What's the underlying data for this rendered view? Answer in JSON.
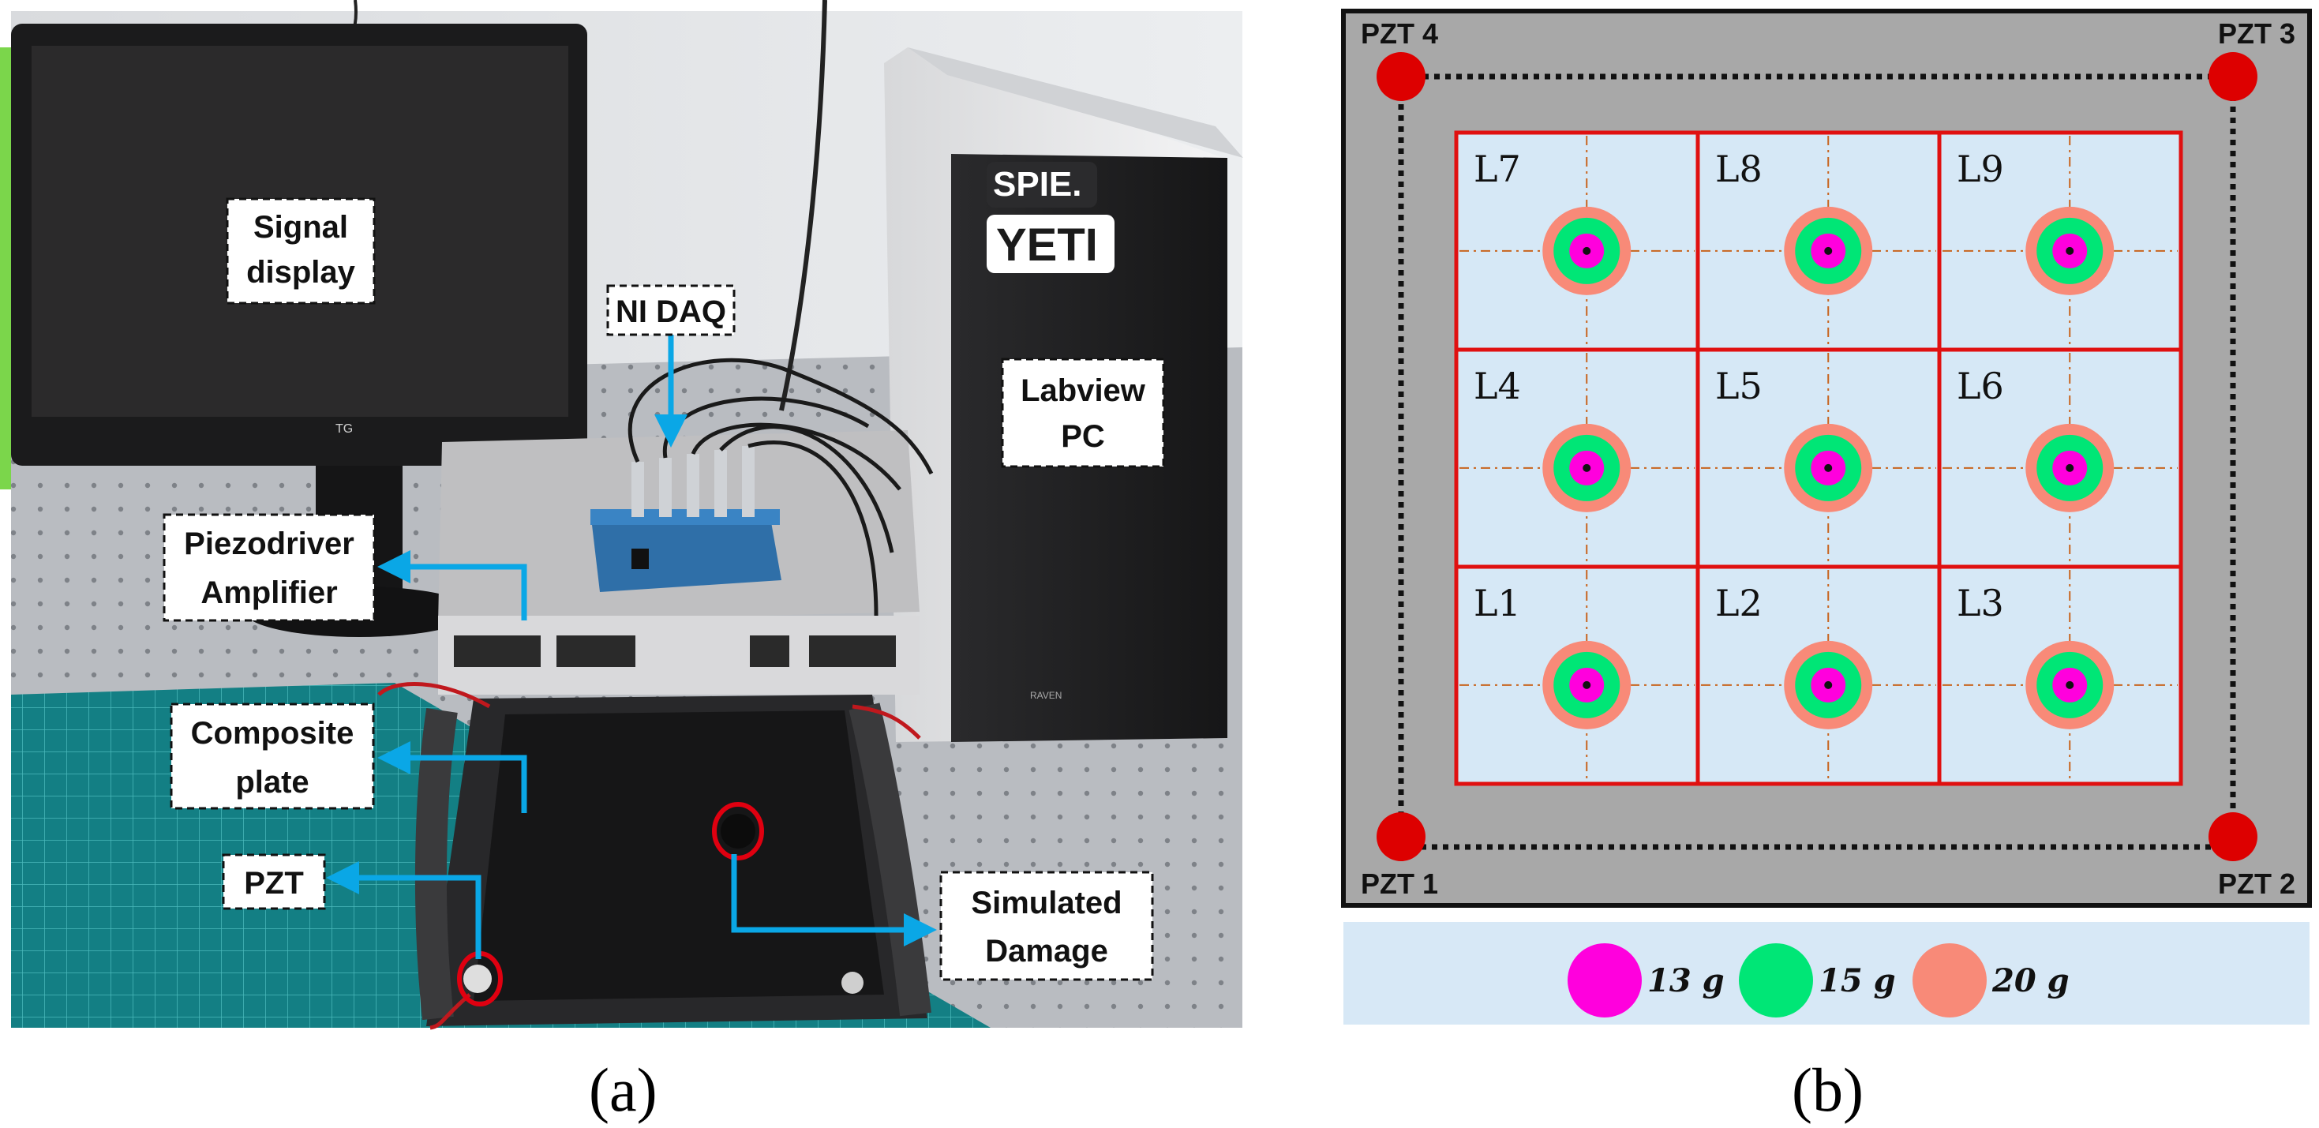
{
  "panel_a": {
    "caption": "(a)",
    "monitor_brand": "TG",
    "sticker_top": "SPIE.",
    "sticker_bottom": "YETI",
    "tower_brand": "RAVEN",
    "labels": {
      "signal_display": [
        "Signal",
        "display"
      ],
      "ni_daq": [
        "NI DAQ"
      ],
      "labview_pc": [
        "Labview",
        "PC"
      ],
      "piezodriver": [
        "Piezodriver",
        "Amplifier"
      ],
      "composite_plate": [
        "Composite",
        "plate"
      ],
      "pzt": [
        "PZT"
      ],
      "simulated_damage": [
        "Simulated",
        "Damage"
      ]
    }
  },
  "panel_b": {
    "caption": "(b)",
    "pzt_labels": {
      "tl": "PZT 4",
      "tr": "PZT 3",
      "bl": "PZT 1",
      "br": "PZT 2"
    },
    "grid_rows": [
      [
        "L7",
        "L8",
        "L9"
      ],
      [
        "L4",
        "L5",
        "L6"
      ],
      [
        "L1",
        "L2",
        "L3"
      ]
    ],
    "legend": [
      {
        "label": "13 g",
        "color": "#ff00dd"
      },
      {
        "label": "15 g",
        "color": "#00e676"
      },
      {
        "label": "20 g",
        "color": "#f88a78"
      }
    ]
  }
}
